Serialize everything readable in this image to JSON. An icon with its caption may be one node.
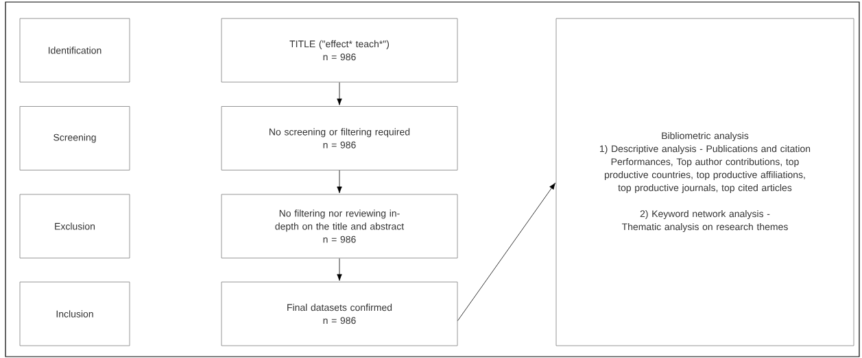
{
  "diagram": {
    "nodes": [
      {
        "text": [
          "Identification"
        ]
      },
      {
        "text": [
          "Screening"
        ]
      },
      {
        "text": [
          "Exclusion"
        ]
      },
      {
        "text": [
          "Inclusion"
        ]
      },
      {
        "text": [
          "TITLE (\"effect* teach*\")",
          "n = 986"
        ]
      },
      {
        "text": [
          "No screening or filtering required",
          "n = 986"
        ]
      },
      {
        "text": [
          "No filtering nor reviewing in-depth on the title and abstract",
          "n = 986"
        ]
      },
      {
        "text": [
          "Final datasets confirmed",
          "n = 986"
        ]
      },
      {
        "text": [
          "Bibliometric analysis",
          "1) Descriptive analysis - Publications and citation Performances, Top author contributions, top productive countries, top productive affiliations, top productive journals, top cited articles",
          "2) Keyword network analysis - Thematic analysis on research themes"
        ]
      }
    ],
    "edges": [
      {
        "from": 4,
        "to": 5,
        "arrow": "to"
      },
      {
        "from": 5,
        "to": 6,
        "arrow": "to"
      },
      {
        "from": 6,
        "to": 7,
        "arrow": "to"
      },
      {
        "from": 7,
        "to": 8,
        "arrow": "to"
      }
    ]
  }
}
